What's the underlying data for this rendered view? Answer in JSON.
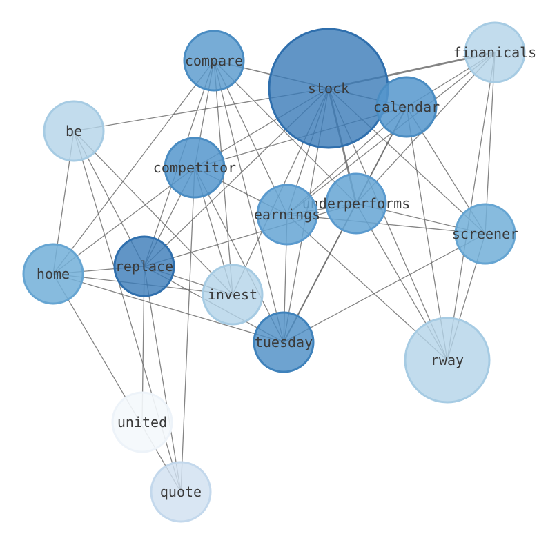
{
  "graph": {
    "nodes": [
      {
        "id": "stock",
        "label": "stock",
        "fill": "#3a7ab8",
        "stroke": "#2f6fad",
        "opacity": 0.8
      },
      {
        "id": "finanicals",
        "label": "finanicals",
        "fill": "#b3d3e8",
        "stroke": "#a6cbe3",
        "opacity": 0.8
      },
      {
        "id": "compare",
        "label": "compare",
        "fill": "#5597cc",
        "stroke": "#4a8cc2",
        "opacity": 0.8
      },
      {
        "id": "calendar",
        "label": "calendar",
        "fill": "#5597cc",
        "stroke": "#4a8cc2",
        "opacity": 0.85
      },
      {
        "id": "be",
        "label": "be",
        "fill": "#b3d3e8",
        "stroke": "#a6cbe3",
        "opacity": 0.8
      },
      {
        "id": "competitor",
        "label": "competitor",
        "fill": "#5597cc",
        "stroke": "#4a8cc2",
        "opacity": 0.85
      },
      {
        "id": "underperforms",
        "label": "underperforms",
        "fill": "#65a5d4",
        "stroke": "#5a9ace",
        "opacity": 0.85
      },
      {
        "id": "earnings",
        "label": "earnings",
        "fill": "#65a5d4",
        "stroke": "#5a9ace",
        "opacity": 0.85
      },
      {
        "id": "screener",
        "label": "screener",
        "fill": "#72afd8",
        "stroke": "#66a5d2",
        "opacity": 0.85
      },
      {
        "id": "home",
        "label": "home",
        "fill": "#72afd8",
        "stroke": "#66a5d2",
        "opacity": 0.85
      },
      {
        "id": "replace",
        "label": "replace",
        "fill": "#3a7ab8",
        "stroke": "#2f6fad",
        "opacity": 0.8
      },
      {
        "id": "invest",
        "label": "invest",
        "fill": "#b3d3e8",
        "stroke": "#a6cbe3",
        "opacity": 0.8
      },
      {
        "id": "tuesday",
        "label": "tuesday",
        "fill": "#4a8cc4",
        "stroke": "#3f82bb",
        "opacity": 0.8
      },
      {
        "id": "rway",
        "label": "rway",
        "fill": "#b3d3e8",
        "stroke": "#a6cbe3",
        "opacity": 0.8
      },
      {
        "id": "united",
        "label": "united",
        "fill": "#f4f8fc",
        "stroke": "#edf3f9",
        "opacity": 0.9
      },
      {
        "id": "quote",
        "label": "quote",
        "fill": "#cfe0f0",
        "stroke": "#c3d8ec",
        "opacity": 0.8
      }
    ],
    "edges": [
      [
        "stock",
        "finanicals",
        2.8
      ],
      [
        "stock",
        "compare",
        1.6
      ],
      [
        "stock",
        "calendar",
        1.6
      ],
      [
        "stock",
        "be",
        1.3
      ],
      [
        "stock",
        "earnings",
        1.3
      ],
      [
        "stock",
        "underperforms",
        2.8
      ],
      [
        "stock",
        "screener",
        1.3
      ],
      [
        "stock",
        "tuesday",
        1.3
      ],
      [
        "stock",
        "invest",
        1.3
      ],
      [
        "stock",
        "replace",
        1.3
      ],
      [
        "stock",
        "rway",
        1.3
      ],
      [
        "stock",
        "competitor",
        1.3
      ],
      [
        "finanicals",
        "calendar",
        1.3
      ],
      [
        "finanicals",
        "underperforms",
        1.3
      ],
      [
        "finanicals",
        "earnings",
        1.3
      ],
      [
        "finanicals",
        "screener",
        1.3
      ],
      [
        "finanicals",
        "rway",
        1.3
      ],
      [
        "compare",
        "competitor",
        1.3
      ],
      [
        "compare",
        "earnings",
        1.3
      ],
      [
        "compare",
        "underperforms",
        1.3
      ],
      [
        "compare",
        "invest",
        1.3
      ],
      [
        "compare",
        "tuesday",
        1.3
      ],
      [
        "compare",
        "replace",
        1.3
      ],
      [
        "compare",
        "home",
        1.3
      ],
      [
        "calendar",
        "competitor",
        1.3
      ],
      [
        "calendar",
        "earnings",
        1.3
      ],
      [
        "calendar",
        "tuesday",
        2.0
      ],
      [
        "calendar",
        "screener",
        1.3
      ],
      [
        "calendar",
        "rway",
        1.3
      ],
      [
        "calendar",
        "underperforms",
        1.3
      ],
      [
        "be",
        "home",
        1.3
      ],
      [
        "be",
        "replace",
        1.3
      ],
      [
        "be",
        "invest",
        1.3
      ],
      [
        "be",
        "quote",
        1.3
      ],
      [
        "competitor",
        "earnings",
        1.3
      ],
      [
        "competitor",
        "replace",
        1.3
      ],
      [
        "competitor",
        "invest",
        1.3
      ],
      [
        "competitor",
        "tuesday",
        1.3
      ],
      [
        "competitor",
        "home",
        1.3
      ],
      [
        "competitor",
        "quote",
        1.3
      ],
      [
        "underperforms",
        "earnings",
        1.3
      ],
      [
        "underperforms",
        "screener",
        1.3
      ],
      [
        "underperforms",
        "tuesday",
        1.3
      ],
      [
        "underperforms",
        "replace",
        1.3
      ],
      [
        "earnings",
        "screener",
        1.3
      ],
      [
        "earnings",
        "tuesday",
        1.3
      ],
      [
        "earnings",
        "rway",
        1.3
      ],
      [
        "screener",
        "tuesday",
        1.3
      ],
      [
        "screener",
        "rway",
        1.3
      ],
      [
        "home",
        "replace",
        1.3
      ],
      [
        "home",
        "invest",
        1.3
      ],
      [
        "home",
        "tuesday",
        1.3
      ],
      [
        "home",
        "quote",
        1.3
      ],
      [
        "replace",
        "invest",
        1.3
      ],
      [
        "replace",
        "tuesday",
        1.3
      ],
      [
        "replace",
        "united",
        1.3
      ],
      [
        "replace",
        "quote",
        1.3
      ],
      [
        "rway",
        "underperforms",
        1.3
      ]
    ]
  }
}
